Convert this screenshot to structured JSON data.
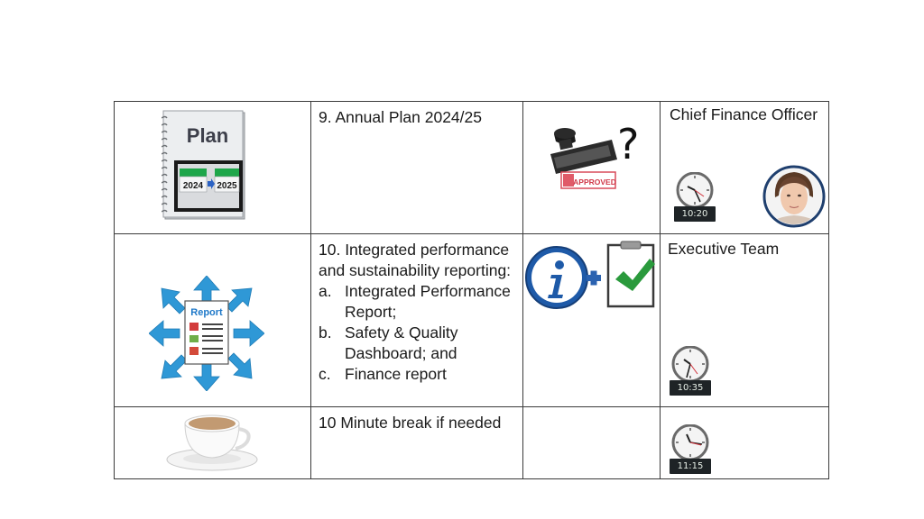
{
  "rows": [
    {
      "item_title": "9. Annual Plan 2024/25",
      "plan_icon": {
        "title": "Plan",
        "year_from": "2024",
        "year_to": "2025"
      },
      "method_icon": "approved-stamp-icon",
      "stamp_text": "APPROVED",
      "question_mark": "?",
      "lead": "Chief Finance Officer",
      "time": "10:20"
    },
    {
      "item_title": "10. Integrated performance and sustainability reporting:",
      "sub_items": [
        {
          "letter": "a.",
          "text": "Integrated Performance Report;"
        },
        {
          "letter": "b.",
          "text": "Safety & Quality Dashboard; and"
        },
        {
          "letter": "c.",
          "text": "Finance report"
        }
      ],
      "report_icon": {
        "label": "Report"
      },
      "method_icon": "information-plus-checklist-icon",
      "lead": "Executive Team",
      "time": "10:35"
    },
    {
      "item_title": "10 Minute break if needed",
      "icon": "tea-cup-icon",
      "lead": "",
      "time": "11:15"
    }
  ],
  "colors": {
    "border": "#3a3a3a",
    "arrow_blue": "#2f98d6",
    "check_green": "#2a9a3c",
    "info_blue": "#1e5aa8",
    "plan_green": "#1ea64a"
  }
}
